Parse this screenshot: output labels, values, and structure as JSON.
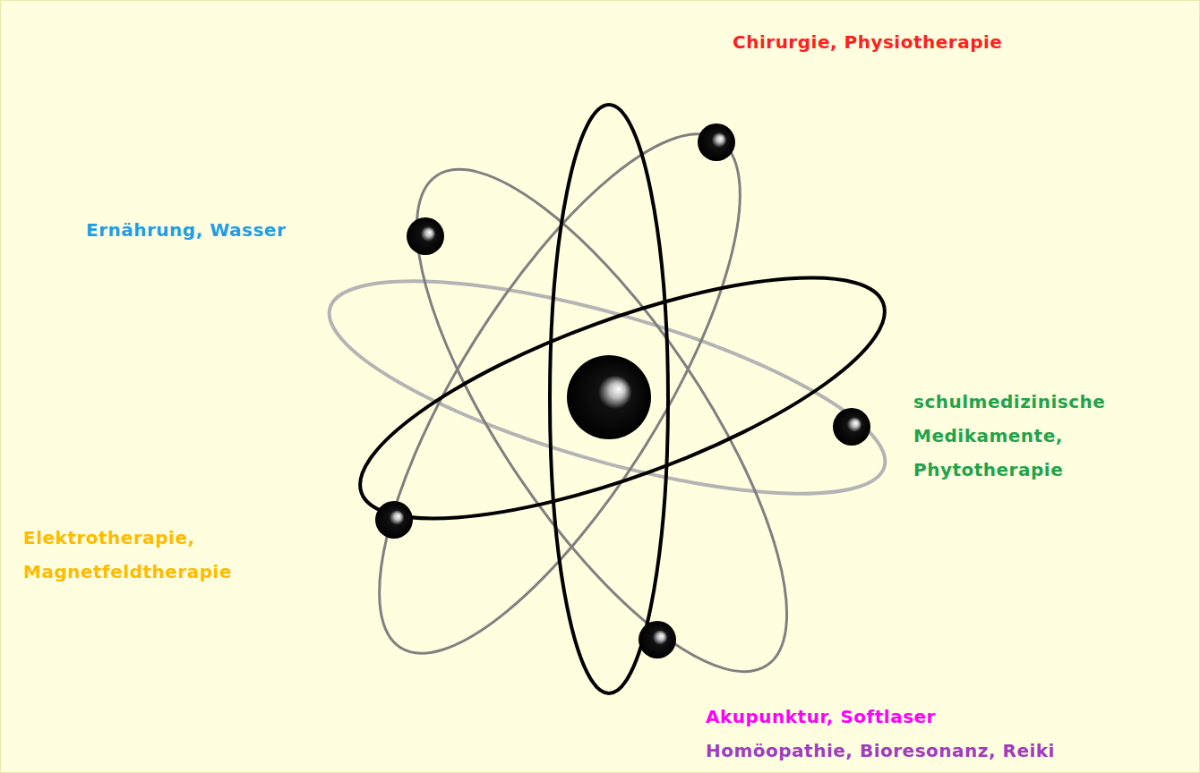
{
  "diagram": {
    "labels": [
      "Chirurgie, Physiotherapie",
      "Ernährung, Wasser",
      "schulmedizinische Medikamente, Phytotherapie",
      "Elektrotherapie, Magnetfeldtherapie",
      "Akupunktur, Softlaser",
      "Homöopathie, Bioresonanz, Reiki"
    ]
  }
}
